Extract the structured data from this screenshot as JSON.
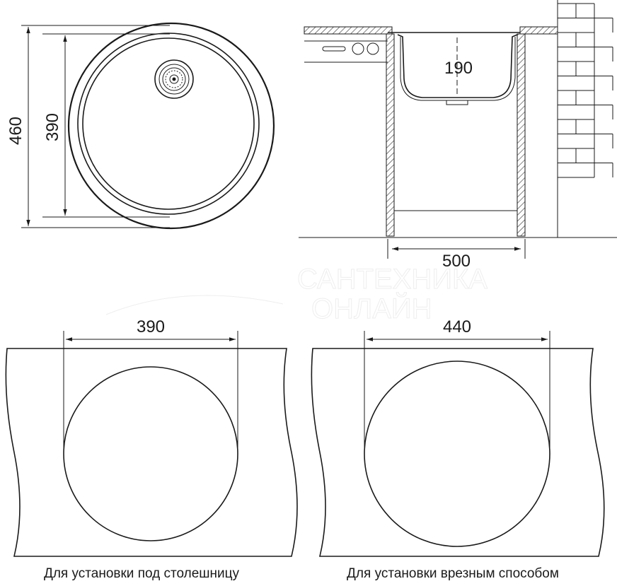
{
  "top_view": {
    "outer_dimension": "460",
    "inner_dimension": "390"
  },
  "side_view": {
    "depth_dimension": "190",
    "cabinet_width_dimension": "500"
  },
  "undermount": {
    "cutout_dimension": "390",
    "caption": "Для установки под столешницу"
  },
  "inset": {
    "cutout_dimension": "440",
    "caption": "Для установки врезным способом"
  },
  "watermark": {
    "line1": "САНТЕХНИКА",
    "line2": "ОНЛАЙН"
  },
  "colors": {
    "stroke": "#1a1a1a",
    "hatch": "#333333",
    "watermark": "#eeeeee"
  }
}
